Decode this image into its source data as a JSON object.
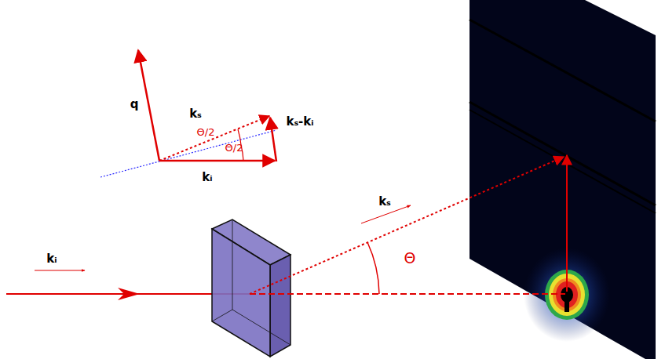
{
  "diagram": {
    "labels": [
      "q",
      "kₛ",
      "Θ/2",
      "Θ/2",
      "kₛ-kᵢ",
      "kᵢ",
      "kₛ",
      "kᵢ",
      "Θ"
    ]
  }
}
